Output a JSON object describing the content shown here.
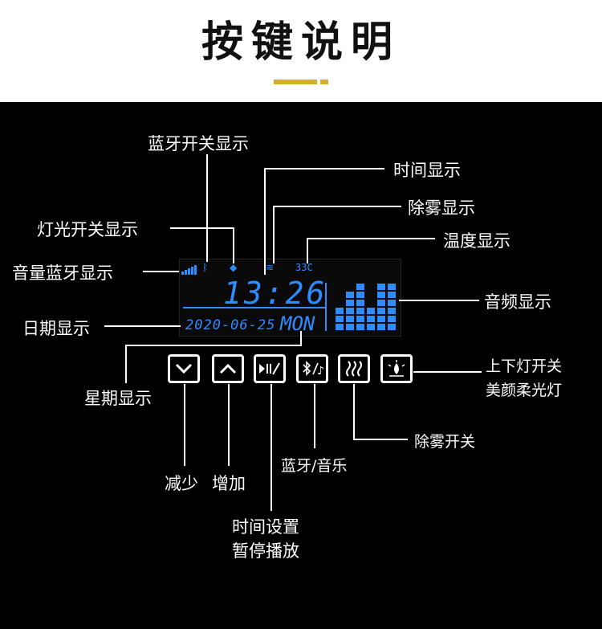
{
  "header": {
    "title": "按键说明",
    "accent_color": "#d4b026"
  },
  "lcd": {
    "time": "13:26",
    "date": "2020-06-25",
    "weekday": "MON",
    "temperature": "33C",
    "display_color": "#2f8cff"
  },
  "labels": {
    "bluetooth_switch": "蓝牙开关显示",
    "time_display": "时间显示",
    "defog_display": "除雾显示",
    "light_switch": "灯光开关显示",
    "temp_display": "温度显示",
    "volume_bt": "音量蓝牙显示",
    "audio_display": "音频显示",
    "date_display": "日期显示",
    "week_display": "星期显示",
    "top_bottom_light": "上下灯开关",
    "beauty_light": "美颜柔光灯",
    "defog_switch": "除雾开关",
    "bt_music": "蓝牙/音乐",
    "decrease": "减少",
    "increase": "增加",
    "time_setting": "时间设置",
    "pause_play": "暂停播放"
  },
  "buttons": [
    {
      "name": "down-button",
      "icon": "chevron-down-icon"
    },
    {
      "name": "up-button",
      "icon": "chevron-up-icon"
    },
    {
      "name": "play-pause-time-button",
      "icon": "play-pause-icon"
    },
    {
      "name": "bluetooth-music-button",
      "icon": "bluetooth-music-icon"
    },
    {
      "name": "defog-button",
      "icon": "steam-icon"
    },
    {
      "name": "light-button",
      "icon": "light-icon"
    }
  ]
}
